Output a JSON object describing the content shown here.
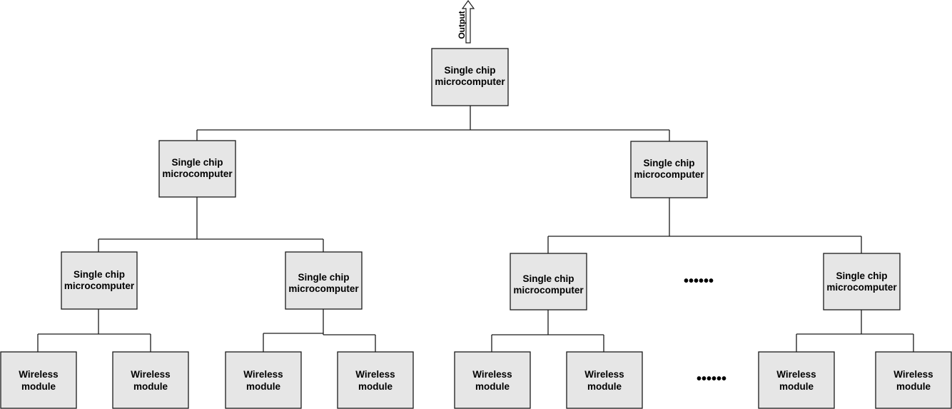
{
  "output": {
    "label": "Output"
  },
  "nodes": {
    "root": {
      "line1": "Single chip",
      "line2": "microcomputer"
    },
    "mid_left": {
      "line1": "Single chip",
      "line2": "microcomputer"
    },
    "mid_right": {
      "line1": "Single chip",
      "line2": "microcomputer"
    },
    "low_1": {
      "line1": "Single chip",
      "line2": "microcomputer"
    },
    "low_2": {
      "line1": "Single chip",
      "line2": "microcomputer"
    },
    "low_3": {
      "line1": "Single chip",
      "line2": "microcomputer"
    },
    "low_4": {
      "line1": "Single chip",
      "line2": "microcomputer"
    },
    "wireless_1": {
      "line1": "Wireless",
      "line2": "module"
    },
    "wireless_2": {
      "line1": "Wireless",
      "line2": "module"
    },
    "wireless_3": {
      "line1": "Wireless",
      "line2": "module"
    },
    "wireless_4": {
      "line1": "Wireless",
      "line2": "module"
    },
    "wireless_5": {
      "line1": "Wireless",
      "line2": "module"
    },
    "wireless_6": {
      "line1": "Wireless",
      "line2": "module"
    },
    "wireless_7": {
      "line1": "Wireless",
      "line2": "module"
    },
    "wireless_8": {
      "line1": "Wireless",
      "line2": "module"
    }
  },
  "ellipsis": {
    "middle": "••••••",
    "bottom": "••••••"
  }
}
